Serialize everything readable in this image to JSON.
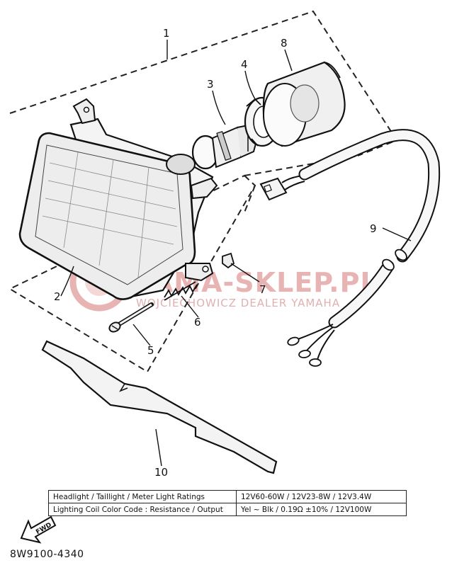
{
  "callouts": [
    {
      "id": "1",
      "text": "1"
    },
    {
      "id": "2",
      "text": "2"
    },
    {
      "id": "3",
      "text": "3"
    },
    {
      "id": "4",
      "text": "4"
    },
    {
      "id": "5",
      "text": "5"
    },
    {
      "id": "6",
      "text": "6"
    },
    {
      "id": "7",
      "text": "7"
    },
    {
      "id": "8",
      "text": "8"
    },
    {
      "id": "9",
      "text": "9"
    },
    {
      "id": "10",
      "text": "10"
    }
  ],
  "watermark": {
    "main": "YAMA-SKLEP.PL",
    "sub": "WOJCIECHOWICZ DEALER YAMAHA",
    "color": "#e7b3b3"
  },
  "fwd_label": "FWD",
  "spec_table": {
    "rows": [
      {
        "label": "Headlight / Taillight / Meter Light Ratings",
        "value": "12V60-60W / 12V23-8W / 12V3.4W"
      },
      {
        "label": "Lighting Coil Color Code : Resistance / Output",
        "value": "Yel ~ Blk / 0.19Ω ±10% / 12V100W"
      }
    ]
  },
  "diagram_code": "8W9100-4340"
}
